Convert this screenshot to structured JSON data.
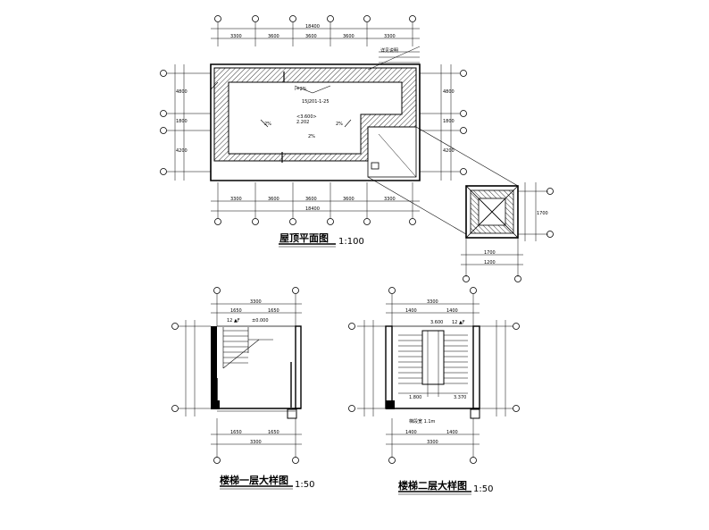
{
  "drawings": {
    "roof_plan": {
      "title": "屋顶平面图",
      "scale": "1:100",
      "dims_top_total": "18400",
      "dims_top": [
        "3300",
        "3600",
        "3600",
        "3600",
        "3300"
      ],
      "dims_bottom_total": "18400",
      "dims_bottom": [
        "3300",
        "3600",
        "3600",
        "3600",
        "3300"
      ],
      "dims_left": [
        "4800",
        "1800",
        "4200"
      ],
      "dims_right": [
        "4800",
        "1800",
        "4200"
      ],
      "notes": [
        "i=2%",
        "2%",
        "2%",
        "2%",
        "<3.600>",
        "2.202"
      ],
      "callouts": [
        "15J201-1-25",
        "详见说明"
      ]
    },
    "stair_plan_1": {
      "title": "楼梯一层大样图",
      "scale": "1:50",
      "notes": [
        "12 ▲F",
        "±0.000"
      ],
      "dims_top": [
        "3300",
        "1650",
        "1650"
      ],
      "dims_bottom": [
        "3300",
        "1650",
        "1650"
      ]
    },
    "stair_plan_2": {
      "title": "楼梯二层大样图",
      "scale": "1:50",
      "notes": [
        "3.600",
        "12 ▲F",
        "1.800",
        "3.370",
        "梯段宽 1.1m"
      ],
      "dims_top": [
        "3300",
        "1400",
        "1400"
      ],
      "dims_bottom": [
        "3300",
        "1400",
        "1400"
      ]
    },
    "detail_box": {
      "dims_bottom": [
        "1700",
        "1200"
      ],
      "dims_right": [
        "1700"
      ]
    }
  }
}
